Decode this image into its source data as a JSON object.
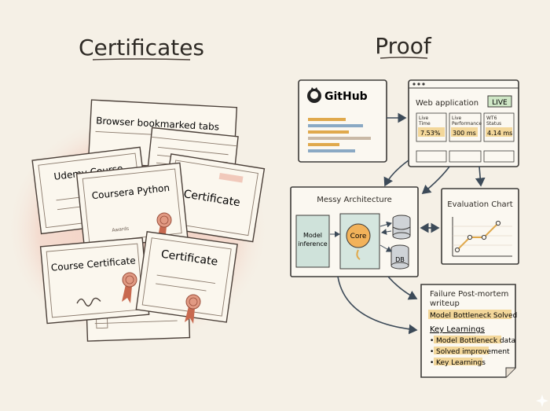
{
  "left": {
    "title": "Certificates",
    "cards": {
      "bookmarks": "Browser bookmarked tabs",
      "udemy": "Udemy Course",
      "coursera": "Coursera Python",
      "certificate_top": "Certificate",
      "course_certificate": "Course Certificate",
      "certificate_bottom": "Certificate",
      "signature": "Awards"
    }
  },
  "right": {
    "title": "Proof",
    "github": {
      "label": "GitHub"
    },
    "webapp": {
      "title": "Web application",
      "badge": "LIVE",
      "metrics": [
        {
          "label1": "Live",
          "label2": "Time",
          "value": "7.53%"
        },
        {
          "label1": "Live",
          "label2": "Performance",
          "value": "300 ms"
        },
        {
          "label1": "WT6",
          "label2": "Status",
          "value": "4.14 ms"
        }
      ]
    },
    "architecture": {
      "title": "Messy Architecture",
      "model_label_1": "Model",
      "model_label_2": "inference",
      "core_label": "Core",
      "db_label": "DB"
    },
    "eval_chart": {
      "title": "Evaluation Chart"
    },
    "postmortem": {
      "title_line1": "Failure Post-mortem",
      "title_line2": "writeup",
      "highlight": "Model Bottleneck Solved",
      "subheading": "Key Learnings",
      "bullets": [
        "Model Bottleneck data",
        "Solved improvement",
        "Key Learnings"
      ]
    }
  },
  "colors": {
    "background": "#f5f0e6",
    "blush": "#f1c9bb",
    "ribbon": "#d9866e",
    "highlight": "#f3d79a",
    "teal": "#cfe2da",
    "live_badge": "#cfe7c6"
  }
}
